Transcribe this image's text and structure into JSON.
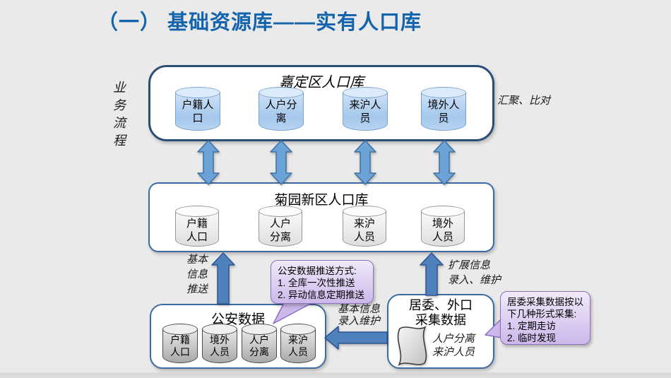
{
  "slide": {
    "title": "（一） 基础资源库——实有人口库"
  },
  "side_label": "业务流程",
  "annotations": {
    "huiju": "汇聚、比对",
    "push_basic": [
      "基本",
      "信息",
      "推送"
    ],
    "entry_maintain": [
      "基本信息",
      "录入维护"
    ],
    "extend": [
      "扩展信息",
      "录入、维护"
    ]
  },
  "jiading_box": {
    "title": "嘉定区人口库",
    "cylinders": [
      {
        "l1": "户籍人",
        "l2": "口"
      },
      {
        "l1": "人户分",
        "l2": "离"
      },
      {
        "l1": "来沪人",
        "l2": "员"
      },
      {
        "l1": "境外人",
        "l2": "员"
      }
    ]
  },
  "juyuan_box": {
    "title": "菊园新区人口库",
    "cylinders": [
      {
        "l1": "户籍",
        "l2": "人口"
      },
      {
        "l1": "人户",
        "l2": "分离"
      },
      {
        "l1": "来沪",
        "l2": "人员"
      },
      {
        "l1": "境外",
        "l2": "人员"
      }
    ]
  },
  "police_box": {
    "title": "公安数据",
    "cylinders": [
      {
        "l1": "户籍",
        "l2": "人口"
      },
      {
        "l1": "境外",
        "l2": "人员"
      },
      {
        "l1": "人户",
        "l2": "分离"
      },
      {
        "l1": "来沪",
        "l2": "人员"
      }
    ]
  },
  "committee_box": {
    "title": [
      "居委、外口",
      "采集数据"
    ],
    "doc_label": [
      "人户分离",
      "来沪人员"
    ]
  },
  "callouts": {
    "police": [
      "公安数据推送方式:",
      "1.  全库一次性推送",
      "2.  异动信息定期推送"
    ],
    "committee": [
      "居委采集数据按以",
      "下几种形式采集:",
      "1.  定期走访",
      "2.  临时发现"
    ]
  },
  "colors": {
    "title_blue": "#1464ad",
    "block_arrow": "#4f81bd",
    "block_arrow_border": "#2f5491",
    "double_arrow": "#6ba3d9",
    "double_arrow_border": "#41729f",
    "box_border": "#3a6ca3",
    "cylinder_blue": "#a5c8ec",
    "callout_fill": "#ccb8ea",
    "callout_border": "#8f6fbf"
  }
}
